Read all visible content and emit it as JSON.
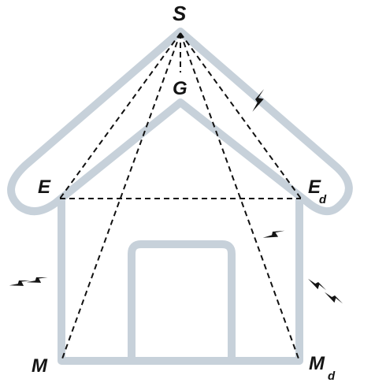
{
  "labels": {
    "S": "S",
    "G": "G",
    "E": "E",
    "Ed_main": "E",
    "Ed_sub": "d",
    "M": "M",
    "Md_main": "M",
    "Md_sub": "d"
  },
  "colors": {
    "house_outline": "#c7d1da",
    "dashed_lines": "#111111",
    "labels": "#141414",
    "lightning": "#141414"
  },
  "icons": [
    "lightning-icon"
  ]
}
